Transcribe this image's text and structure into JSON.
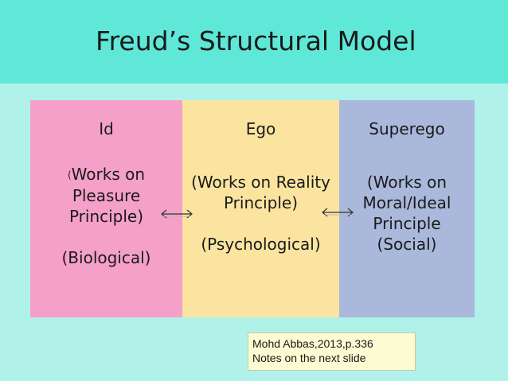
{
  "slide": {
    "title": "Freud’s Structural Model"
  },
  "columns": {
    "id": {
      "header": "Id",
      "paren": "(",
      "body": "Works on\nPleasure\nPrinciple)\n\n(Biological)",
      "color": "#f5a0c8"
    },
    "ego": {
      "header": "Ego",
      "body": "(Works on Reality\nPrinciple)\n\n(Psychological)",
      "color": "#fbe4a0"
    },
    "superego": {
      "header": "Superego",
      "body": "(Works on\nMoral/Ideal\nPrinciple\n(Social)",
      "color": "#aab8dc"
    }
  },
  "arrows": [
    "double-arrow-icon",
    "double-arrow-icon"
  ],
  "note": {
    "line1": "Mohd Abbas,2013,p.336",
    "line2": "Notes on the next slide"
  },
  "colors": {
    "title_bar": "#5fe8d8",
    "background": "#b0f2ea",
    "note_bg": "#fdfbd2"
  }
}
